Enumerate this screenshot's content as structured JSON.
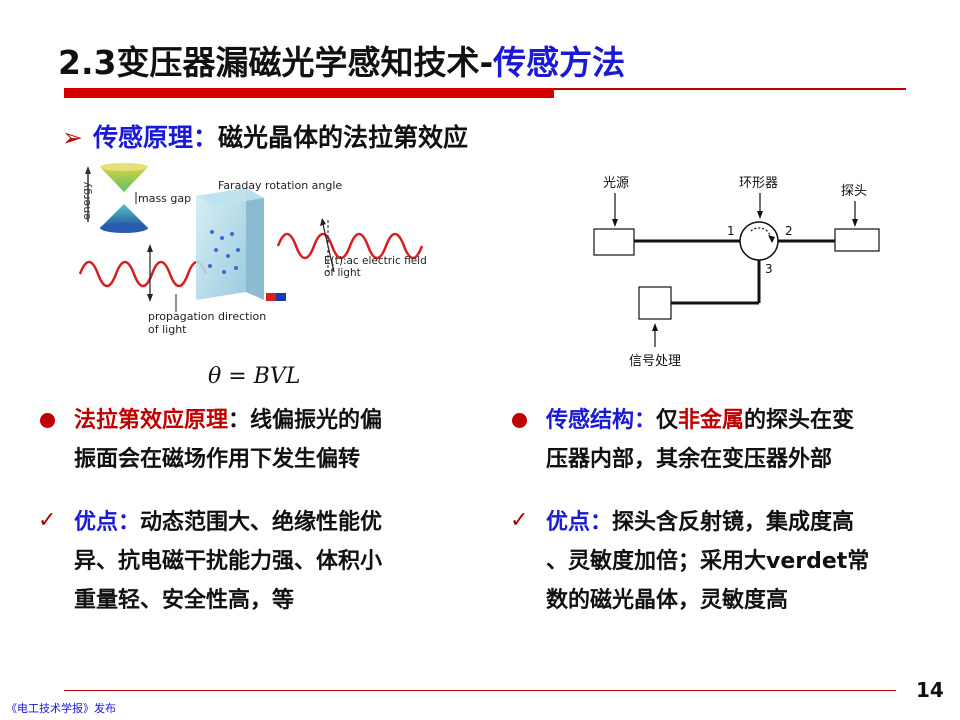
{
  "title": {
    "part1": "2.3变压器漏磁光学感知技术-",
    "part2": "传感方法"
  },
  "subhead": {
    "arrow": "➢",
    "key": "传感原理：",
    "value": "磁光晶体的法拉第效应"
  },
  "faraday_figure": {
    "energy_label": "energy",
    "mass_gap_label": "mass gap",
    "rotation_label": "Faraday rotation angle",
    "field_label_line1": "E(t):ac electric field",
    "field_label_line2": "of light",
    "propagation_line1": "propagation direction",
    "propagation_line2": "of light"
  },
  "formula": "θ = BVL",
  "circulator": {
    "source_label": "光源",
    "circulator_label": "环形器",
    "probe_label": "探头",
    "signal_label": "信号处理",
    "port1": "1",
    "port2": "2",
    "port3": "3"
  },
  "left_col": {
    "principle": {
      "key": "法拉第效应原理",
      "rest_line1": "：线偏振光的偏",
      "line2": "振面会在磁场作用下发生偏转"
    },
    "advantages": {
      "check": "✓",
      "key": "优点：",
      "rest_line1": "动态范围大、绝缘性能优",
      "line2": "异、抗电磁干扰能力强、体积小",
      "line3": "重量轻、安全性高，等"
    }
  },
  "right_col": {
    "structure": {
      "key": "传感结构：",
      "pre": "仅",
      "highlight": "非金属",
      "rest_line1": "的探头在变",
      "line2": "压器内部，其余在变压器外部"
    },
    "advantages": {
      "check": "✓",
      "key": "优点：",
      "rest_line1": "探头含反射镜，集成度高",
      "line2": "、灵敏度加倍；采用大verdet常",
      "line3": "数的磁光晶体，灵敏度高"
    }
  },
  "page_number": "14",
  "footer": "《电工技术学报》发布",
  "colors": {
    "accent_red": "#c00000",
    "accent_blue": "#1a1ad6"
  }
}
